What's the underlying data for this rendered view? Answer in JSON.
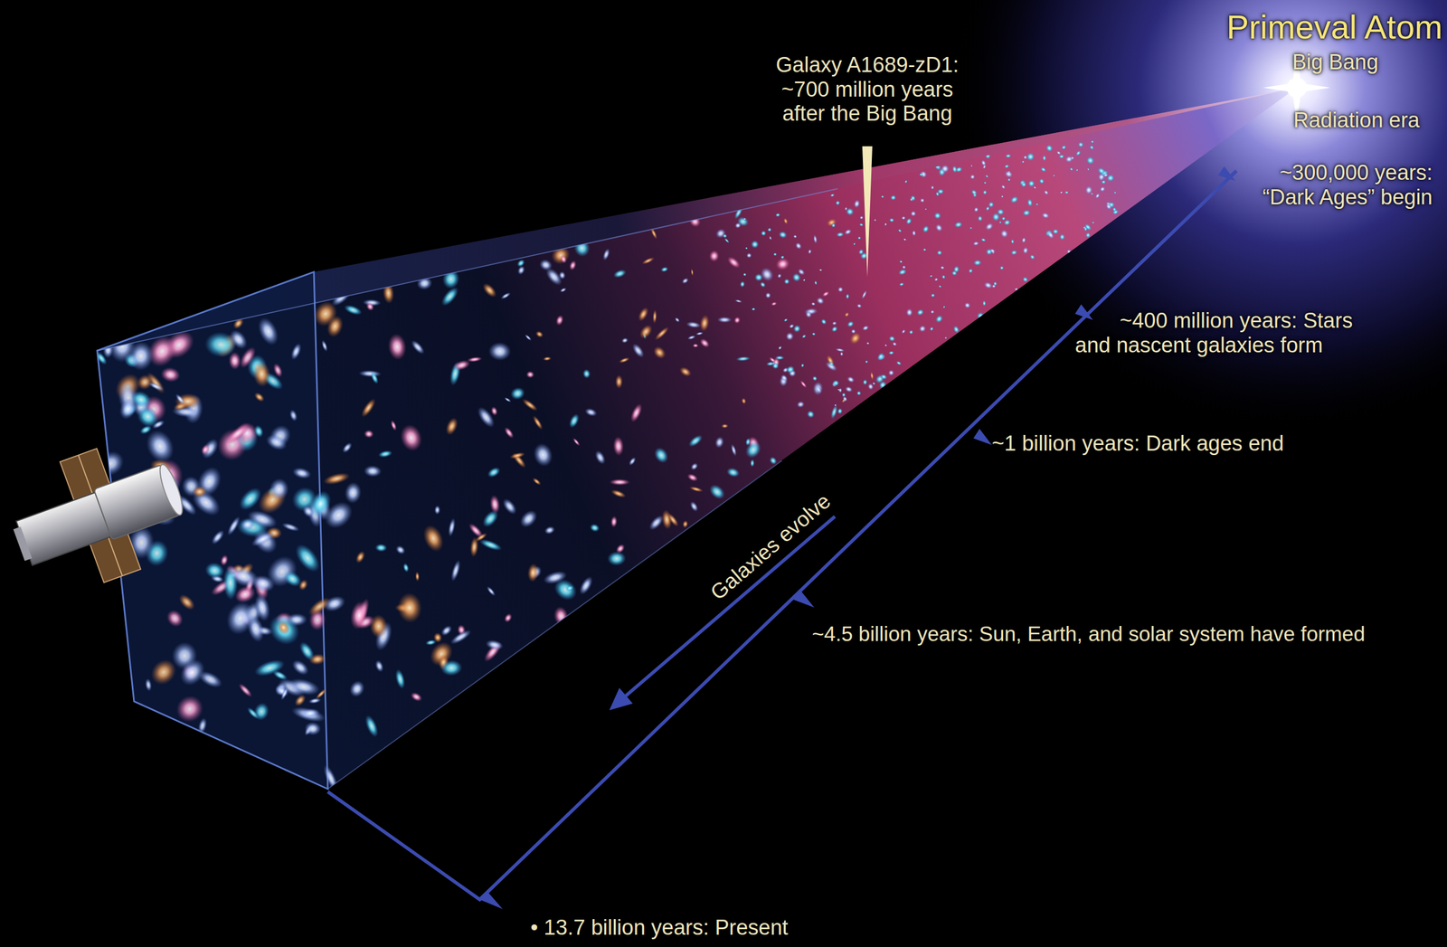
{
  "diagram": {
    "labels": [
      "Primeval Atom",
      "Big Bang",
      "Radiation era",
      "~300,000 years: “Dark Ages” begin",
      "Galaxy A1689-zD1: ~700 million years after the Big Bang",
      "~400 million years: Stars and nascent galaxies form",
      "~1 billion years: Dark ages end",
      "Galaxies evolve",
      "~4.5 billion years: Sun, Earth, and solar system have formed",
      "• 13.7 billion years: Present"
    ]
  }
}
